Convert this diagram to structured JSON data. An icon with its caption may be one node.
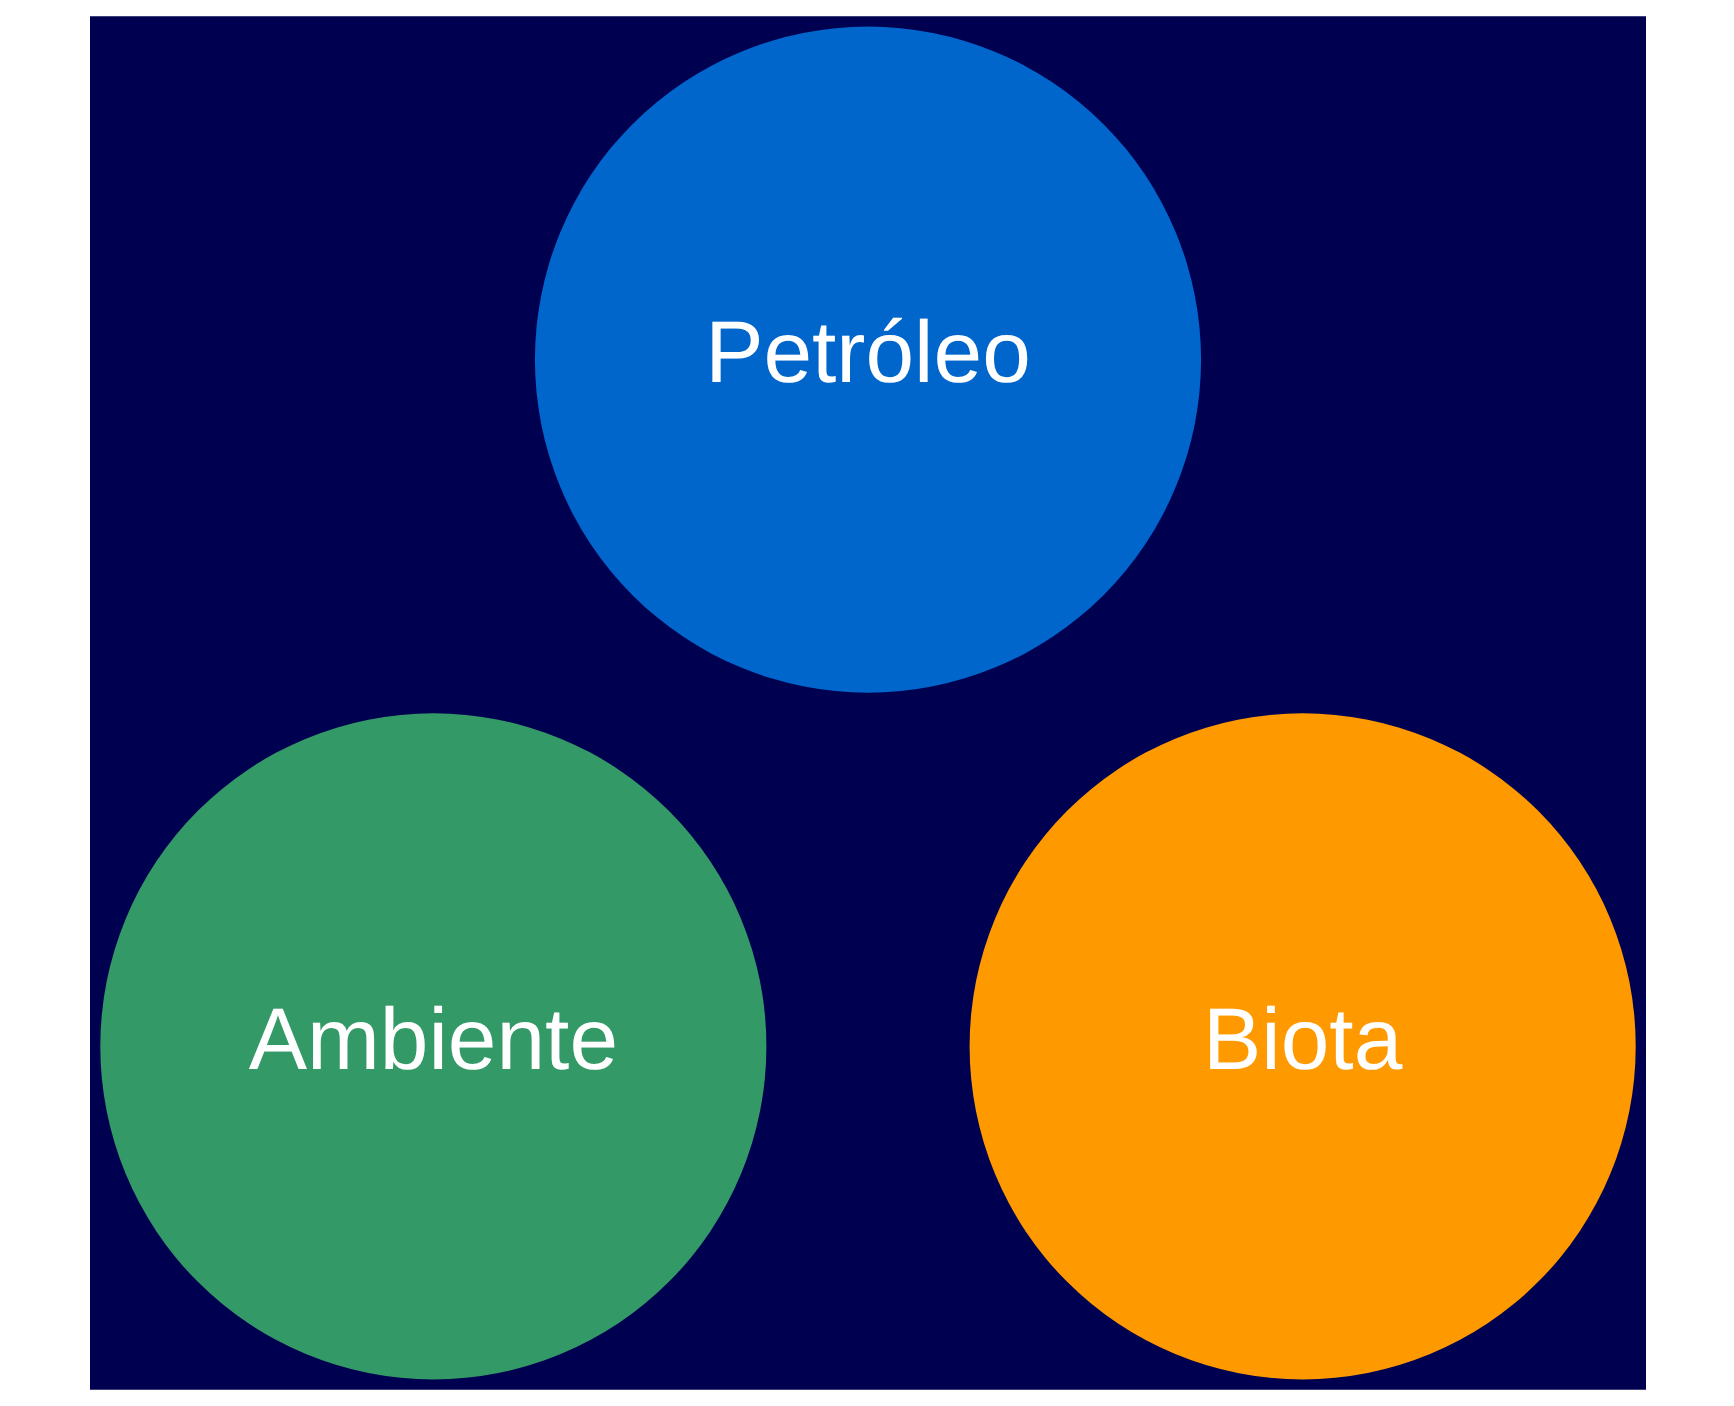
{
  "diagram": {
    "nodes": [
      {
        "text": [
          "Petróleo"
        ]
      },
      {
        "text": [
          "Ambiente"
        ]
      },
      {
        "text": [
          "Biota"
        ]
      }
    ]
  }
}
